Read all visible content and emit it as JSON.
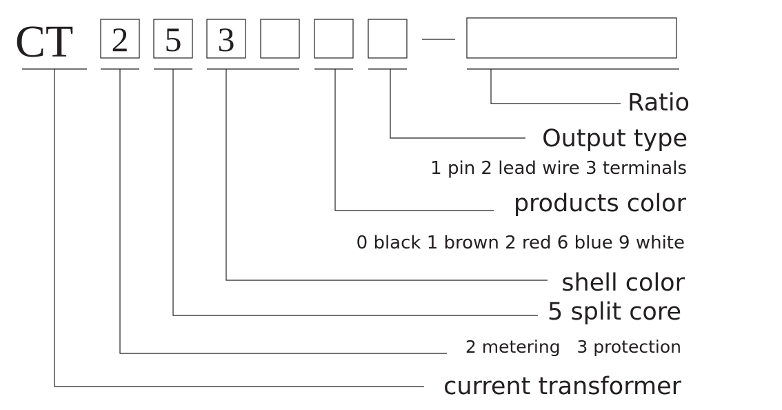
{
  "diagram": {
    "prefix": "CT",
    "digits": [
      "2",
      "5",
      "3",
      "",
      "",
      ""
    ],
    "labels": {
      "ratio": "Ratio",
      "output_type": "Output type",
      "output_type_options": "1 pin 2 lead wire 3 terminals",
      "products_color": "products color",
      "products_color_options": "0 black 1 brown 2 red 6 blue 9 white",
      "shell_color": "shell color",
      "split_core": "5 split core",
      "class_options": "2 metering   3 protection",
      "current_transformer": "current transformer"
    }
  }
}
